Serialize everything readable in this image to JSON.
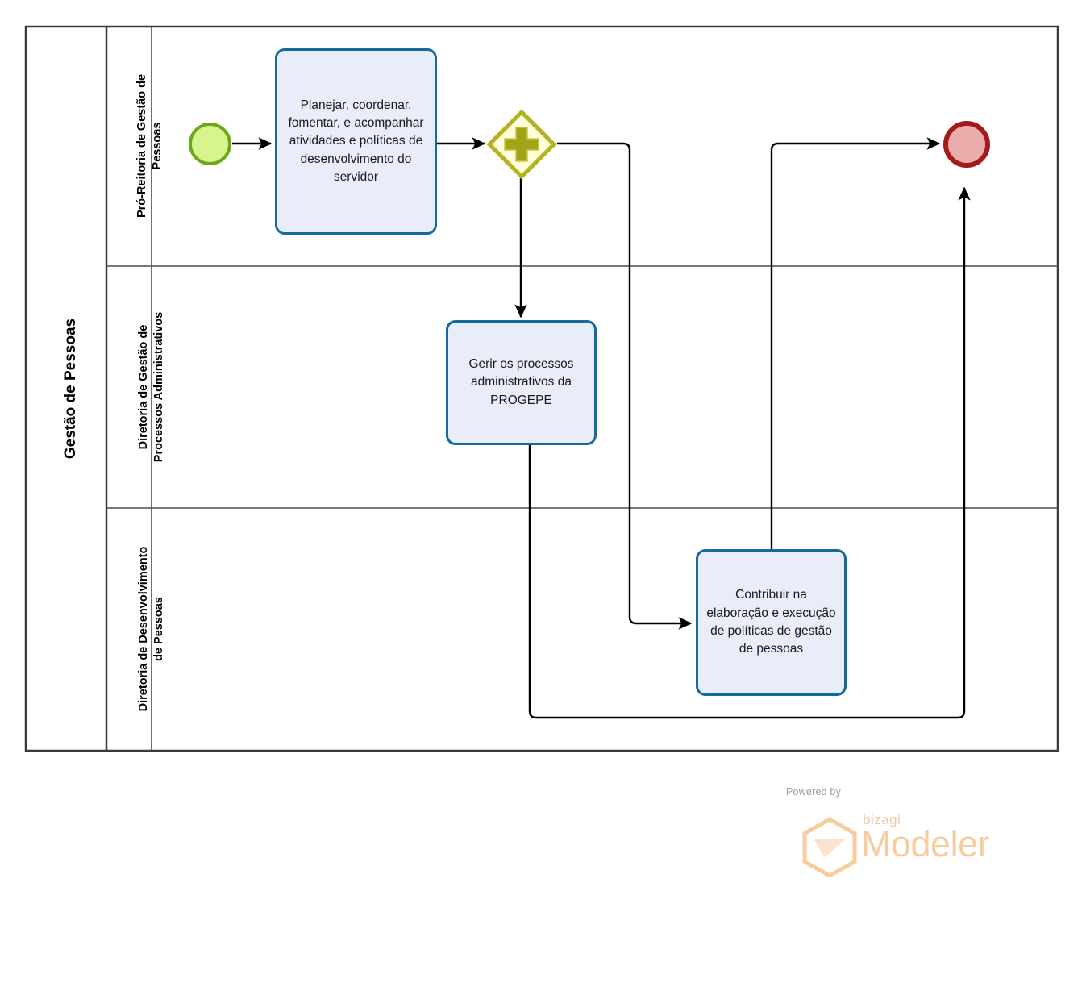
{
  "diagram": {
    "type": "bpmn-process-diagram",
    "pool": {
      "label": "Gestão de Pessoas"
    },
    "lanes": [
      {
        "id": "lane-progepe",
        "label": "Pró-Reitoria de Gestão de\nPessoas"
      },
      {
        "id": "lane-dgpa",
        "label": "Diretoria de Gestão de\nProcessos Administrativos"
      },
      {
        "id": "lane-ddp",
        "label": "Diretoria de Desenvolvimento\nde Pessoas"
      }
    ],
    "events": [
      {
        "id": "start-event",
        "kind": "start",
        "shape": "circle",
        "label": "",
        "fill": "#D8F48F",
        "stroke": "#6FA81B"
      },
      {
        "id": "end-event",
        "kind": "end",
        "shape": "circle",
        "label": "",
        "fill": "#EBACAC",
        "stroke": "#A51B1B"
      }
    ],
    "gateways": [
      {
        "id": "parallel-gateway",
        "kind": "parallel",
        "glyph": "plus",
        "label": "",
        "fill": "#FFFFDB",
        "stroke": "#B3B320",
        "glyph_color": "#A3A318"
      }
    ],
    "tasks": [
      {
        "id": "task-planejar",
        "lane": "lane-progepe",
        "label": "Planejar, coordenar, fomentar, e acompanhar atividades e políticas de desenvolvimento do servidor"
      },
      {
        "id": "task-gerir",
        "lane": "lane-dgpa",
        "label": "Gerir os processos administrativos da PROGEPE"
      },
      {
        "id": "task-contribuir",
        "lane": "lane-ddp",
        "label": "Contribuir na elaboração e execução de políticas de gestão de pessoas"
      }
    ],
    "flows": [
      {
        "id": "flow-start-to-planejar",
        "from": "start-event",
        "to": "task-planejar"
      },
      {
        "id": "flow-planejar-to-gateway",
        "from": "task-planejar",
        "to": "parallel-gateway"
      },
      {
        "id": "flow-gateway-to-gerir",
        "from": "parallel-gateway",
        "to": "task-gerir"
      },
      {
        "id": "flow-gateway-to-contribuir",
        "from": "parallel-gateway",
        "to": "task-contribuir"
      },
      {
        "id": "flow-contribuir-to-end",
        "from": "task-contribuir",
        "to": "end-event"
      },
      {
        "id": "flow-gerir-to-end",
        "from": "task-gerir",
        "to": "end-event"
      }
    ],
    "colors": {
      "task_stroke": "#15699B",
      "task_fill": "#E9EDFA",
      "pool_border": "#3a3a3a",
      "lane_divider": "#4d4d4d",
      "flow_line": "#000000"
    }
  },
  "watermark": {
    "powered_by": "Powered by",
    "brand": "bizagi",
    "product": "Modeler",
    "logo_icon": "hexagon-icon",
    "color": "#F6CCA1"
  }
}
